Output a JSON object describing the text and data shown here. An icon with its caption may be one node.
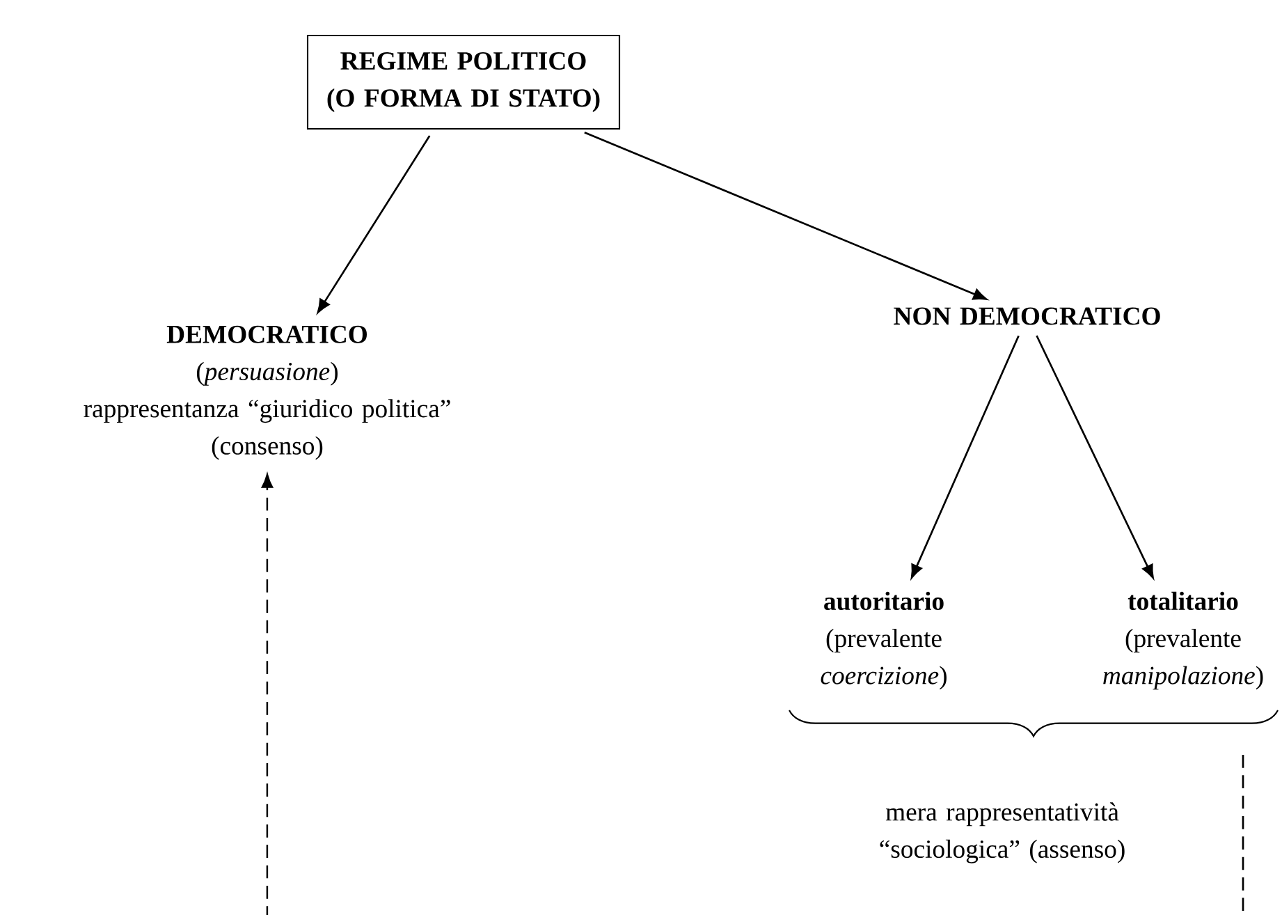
{
  "diagram": {
    "nodes": [
      {
        "text": [
          "REGIME POLITICO (O FORMA DI STATO)"
        ]
      },
      {
        "text": [
          "DEMOCRATICO",
          "(*persuasione*)",
          "rappresentanza “giuridico politica”",
          "(consenso)"
        ]
      },
      {
        "text": [
          "NON DEMOCRATICO"
        ]
      },
      {
        "text": [
          "autoritario",
          "(prevalente *coercizione*)"
        ]
      },
      {
        "text": [
          "totalitario",
          "(prevalente *manipolazione*)"
        ]
      }
    ],
    "edges": [
      {
        "from": 0,
        "to": 1,
        "arrow": "to"
      },
      {
        "from": 0,
        "to": 2,
        "arrow": "to"
      },
      {
        "from": 2,
        "to": 3,
        "arrow": "to"
      },
      {
        "from": 2,
        "to": 4,
        "arrow": "to"
      },
      {
        "from": null,
        "to": 1,
        "arrow": "to",
        "style": "dashed"
      }
    ],
    "labels": [
      "mera rappresentatività “sociologica” (assenso)"
    ]
  }
}
